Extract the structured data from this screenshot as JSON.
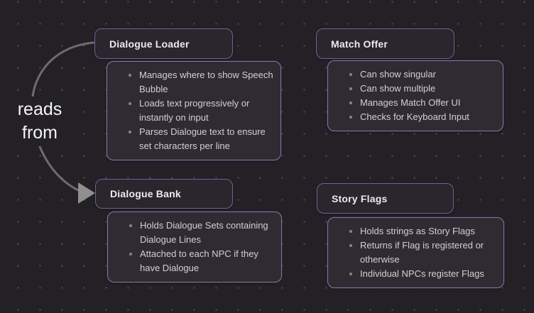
{
  "colors": {
    "background": "#232126",
    "grid_dot": "#46434c",
    "title_card_bg": "#29262e",
    "title_card_border": "#6f6492",
    "list_card_bg": "#2e2b33",
    "list_card_border": "#8176a4",
    "title_text": "#eceaee",
    "body_text": "#d2d0d4",
    "bullet_dot": "#85828a",
    "arrow": "#6d6d6d",
    "arrow_head": "#8f8f8f",
    "edge_label_text": "#f5f5f5"
  },
  "edge": {
    "label_line1": "reads",
    "label_line2": "from",
    "from": "Dialogue Loader",
    "to": "Dialogue Bank"
  },
  "groups": [
    {
      "title": "Dialogue Loader",
      "bullets": [
        "Manages where to show Speech Bubble",
        "Loads text progressively or instantly on input",
        "Parses Dialogue text to ensure set characters per line"
      ]
    },
    {
      "title": "Match Offer",
      "bullets": [
        "Can show singular",
        "Can show multiple",
        "Manages Match Offer UI",
        "Checks for Keyboard Input"
      ]
    },
    {
      "title": "Dialogue Bank",
      "bullets": [
        "Holds Dialogue Sets containing Dialogue Lines",
        "Attached to each NPC if they have Dialogue"
      ]
    },
    {
      "title": "Story Flags",
      "bullets": [
        "Holds strings as Story Flags",
        "Returns if Flag is registered or otherwise",
        "Individual NPCs register Flags"
      ]
    }
  ]
}
